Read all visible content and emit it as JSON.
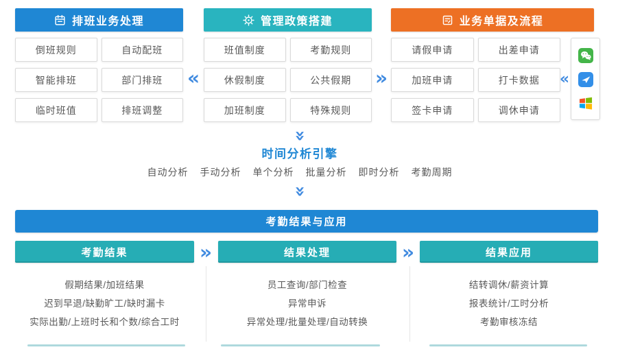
{
  "colors": {
    "blue": "#1f87d4",
    "teal": "#29b4bf",
    "teal_dark": "#26adb5",
    "orange": "#ed7024",
    "chevron_blue": "#418be0",
    "body_text": "#595959",
    "wechat_green": "#44b549",
    "app_blue": "#338fe8"
  },
  "glyphs": {
    "chevron_left": "«",
    "chevron_right": "»"
  },
  "sections": [
    {
      "title": "排班业务处理",
      "icon": "calendar-icon",
      "items": [
        "倒班规则",
        "自动配班",
        "智能排班",
        "部门排班",
        "临时班值",
        "排班调整"
      ]
    },
    {
      "title": "管理政策搭建",
      "icon": "gear-icon",
      "items": [
        "班值制度",
        "考勤规则",
        "休假制度",
        "公共假期",
        "加班制度",
        "特殊规则"
      ]
    },
    {
      "title": "业务单据及流程",
      "icon": "form-icon",
      "items": [
        "请假申请",
        "出差申请",
        "加班申请",
        "打卡数据",
        "签卡申请",
        "调休申请"
      ]
    }
  ],
  "channels": {
    "icons": [
      "wechat-icon",
      "dingtalk-icon",
      "windows-icon"
    ]
  },
  "engine": {
    "title": "时间分析引擎",
    "items": [
      "自动分析",
      "手动分析",
      "单个分析",
      "批量分析",
      "即时分析",
      "考勤周期"
    ]
  },
  "results": {
    "banner": "考勤结果与应用",
    "columns": [
      {
        "title": "考勤结果",
        "lines": [
          "假期结果/加班结果",
          "迟到早退/缺勤旷工/缺时漏卡",
          "实际出勤/上班时长和个数/综合工时"
        ]
      },
      {
        "title": "结果处理",
        "lines": [
          "员工查询/部门检查",
          "异常申诉",
          "异常处理/批量处理/自动转换"
        ]
      },
      {
        "title": "结果应用",
        "lines": [
          "结转调休/薪资计算",
          "报表统计/工时分析",
          "考勤审核冻结"
        ]
      }
    ]
  }
}
